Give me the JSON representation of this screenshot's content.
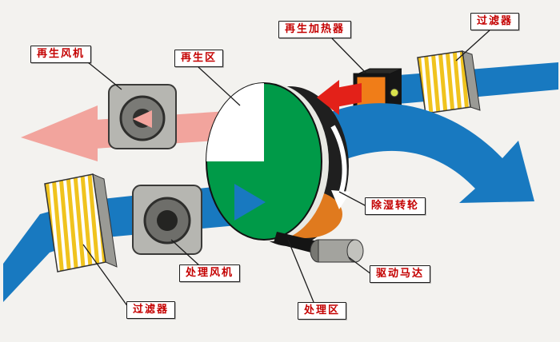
{
  "diagram": {
    "labels": {
      "regen_fan": "再生风机",
      "regen_zone": "再生区",
      "regen_heater": "再生加热器",
      "filter_top": "过滤器",
      "wheel": "除湿转轮",
      "motor": "驱动马达",
      "process_fan": "处理风机",
      "process_zone": "处理区",
      "filter_bottom": "过滤器"
    },
    "colors": {
      "process_air": "#1879c0",
      "regen_exhaust": "#f2a49d",
      "hot_air": "#e32119",
      "wheel_face": "#009a48",
      "wheel_wedge": "#ffffff",
      "wheel_rim": "#1f1f1f",
      "wheel_desiccant": "#e07a1e",
      "heater_front": "#f07d18",
      "heater_body": "#161616",
      "heater_lamp": "#d9e24c",
      "filter_media": "#f0c31e",
      "machine_gray": "#b6b6b1",
      "background": "#f3f2ef",
      "label_text": "#c40000"
    }
  }
}
